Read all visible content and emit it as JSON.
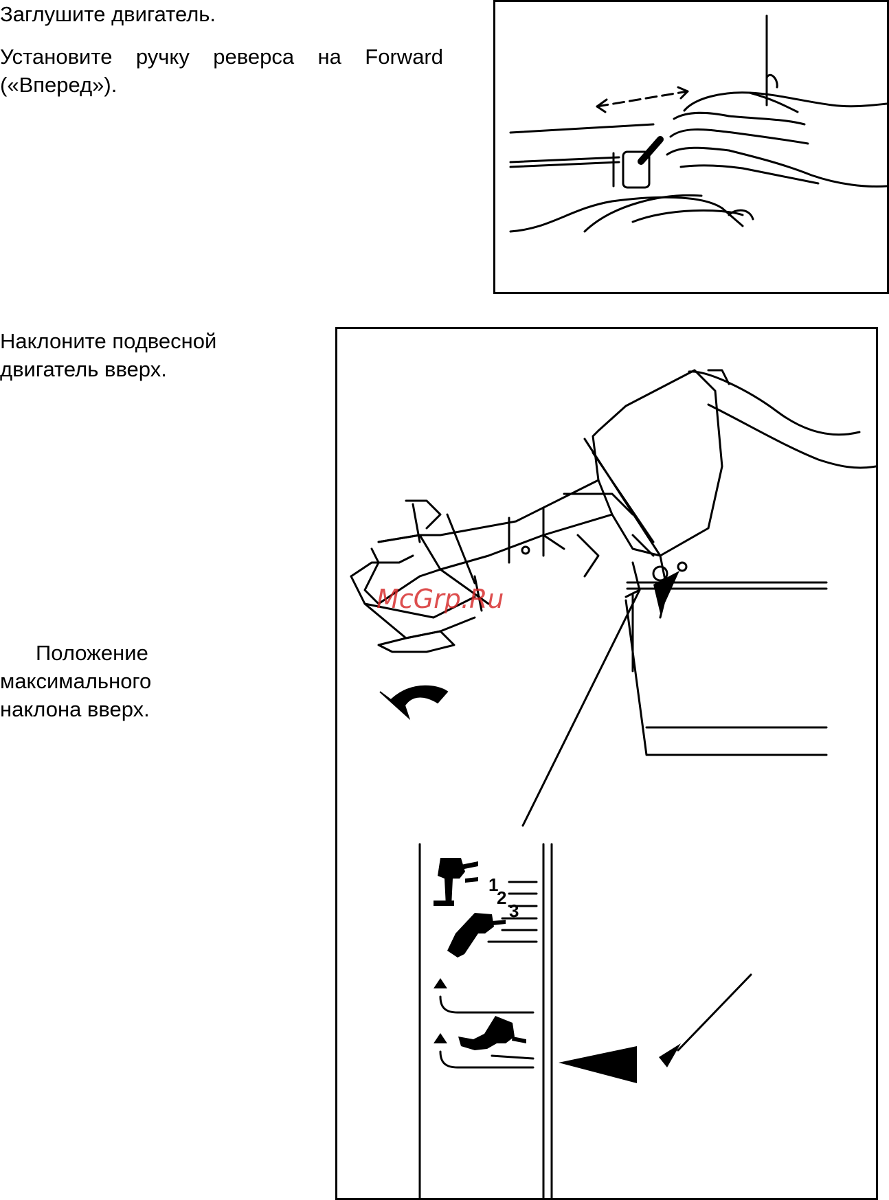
{
  "instructions": {
    "step1": "Заглушите двигатель.",
    "step2": "Установите ручку реверса на Forward («Вперед»).",
    "step3_line1": "Наклоните подвесной",
    "step3_line2": "двигатель вверх."
  },
  "figure2": {
    "callout_line1": "Положение",
    "callout_line2": "максимального",
    "callout_line3": "наклона вверх.",
    "tilt_labels": [
      "1",
      "2",
      "3"
    ]
  },
  "watermark": "McGrp.Ru"
}
